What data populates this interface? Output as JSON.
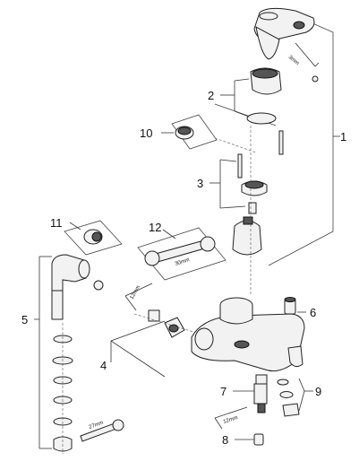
{
  "callouts": {
    "c1": "1",
    "c2": "2",
    "c3": "3",
    "c4": "4",
    "c5": "5",
    "c6": "6",
    "c7": "7",
    "c8": "8",
    "c9": "9",
    "c10": "10",
    "c11": "11",
    "c12": "12"
  },
  "tool_labels": {
    "hex_key_3mm": "3mm",
    "wrench_30mm": "30mm",
    "hex_key_12mm": "12mm",
    "hex_key_12mm_lower": "12mm",
    "wrench_27mm": "27mm"
  }
}
